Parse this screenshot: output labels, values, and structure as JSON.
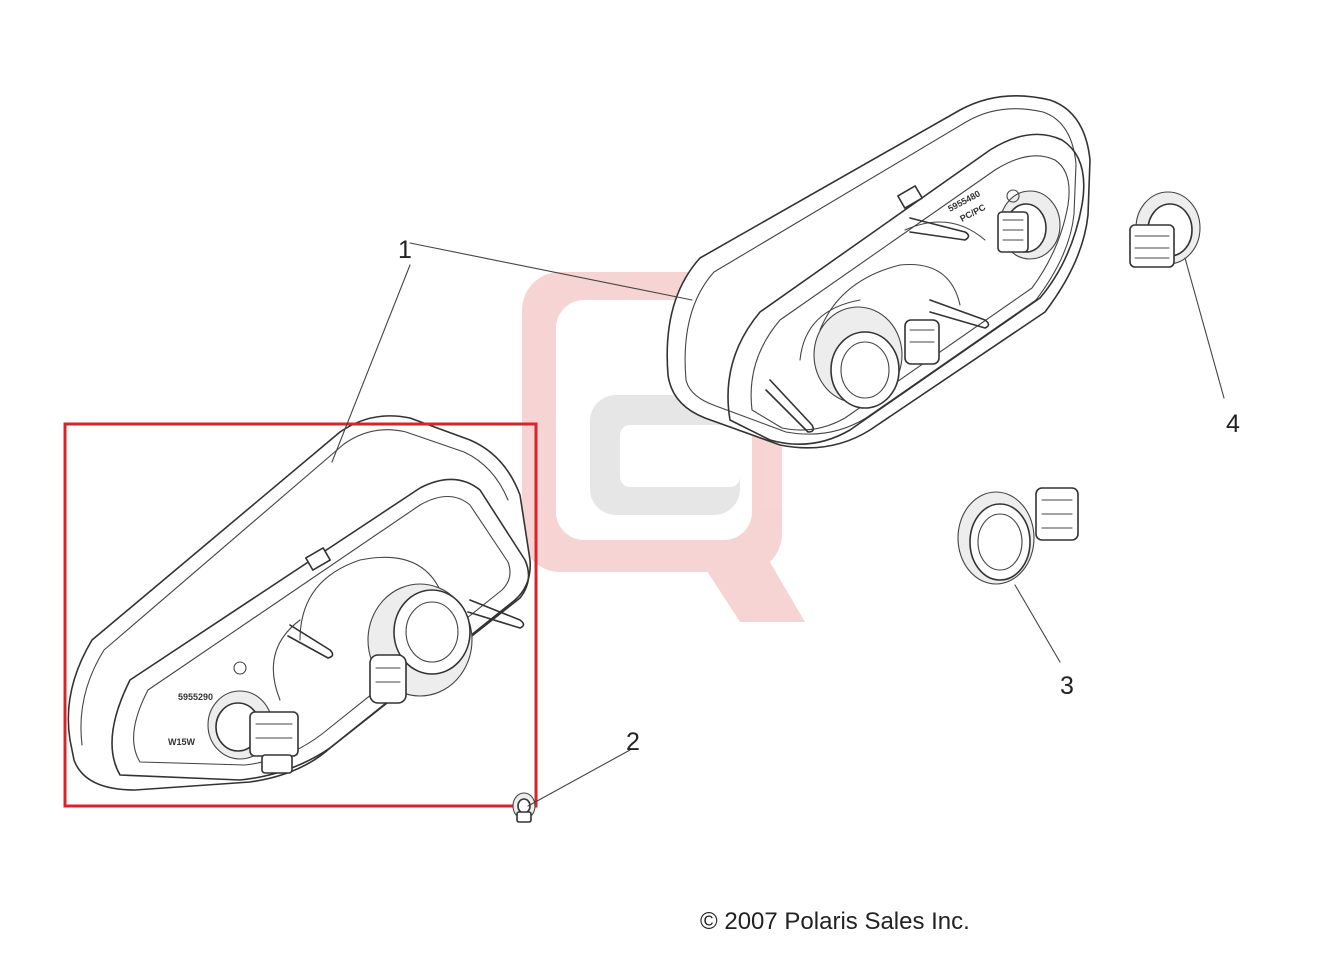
{
  "callouts": [
    {
      "id": "1",
      "label": "1"
    },
    {
      "id": "2",
      "label": "2"
    },
    {
      "id": "3",
      "label": "3"
    },
    {
      "id": "4",
      "label": "4"
    }
  ],
  "part_markings": {
    "left_lamp_part_no": "5955290",
    "left_lamp_bulb": "W15W",
    "right_lamp_part_no": "5955480",
    "right_lamp_sub": "PC/PC"
  },
  "copyright": "© 2007 Polaris Sales Inc.",
  "colors": {
    "highlight_box": "#d9232b",
    "watermark": "#f5c6c6",
    "watermark_inner": "#e6e6e6",
    "line_art": "#333333"
  },
  "icons": {
    "watermark": "cq-logo-watermark"
  }
}
